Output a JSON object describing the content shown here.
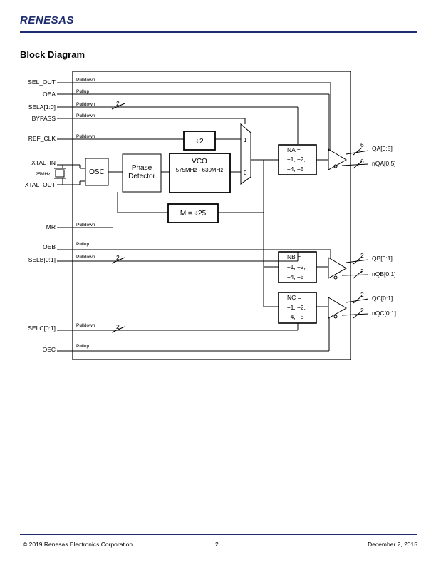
{
  "header": {
    "logo_text": "RENESAS",
    "brand_color": "#1f2d6e"
  },
  "title": "Block Diagram",
  "inputs": {
    "sel_out": "SEL_OUT",
    "oea": "OEA",
    "sela": "SELA[1:0]",
    "bypass": "BYPASS",
    "ref_clk": "REF_CLK",
    "xtal_in": "XTAL_IN",
    "xtal_out": "XTAL_OUT",
    "mr": "MR",
    "oeb": "OEB",
    "selb": "SELB[0:1]",
    "selc": "SELC[0:1]",
    "oec": "OEC"
  },
  "resistors": {
    "sel_out": "Pulldown",
    "oea": "Pullup",
    "sela": "Pulldown",
    "bypass": "Pulldown",
    "ref_clk": "Pulldown",
    "mr": "Pulldown",
    "oeb": "Pullup",
    "selb": "Pulldown",
    "selc": "Pulldown",
    "oec": "Pullup"
  },
  "bus_widths": {
    "sela": "2",
    "selb": "2",
    "selc": "2",
    "qa": "6",
    "nqa": "6",
    "qb": "2",
    "nqb": "2",
    "qc": "2",
    "nqc": "2"
  },
  "blocks": {
    "crystal_freq": "25MHz",
    "osc": "OSC",
    "pd_line1": "Phase",
    "pd_line2": "Detector",
    "vco_line1": "VCO",
    "vco_line2": "575MHz - 630MHz",
    "div2": "÷2",
    "feedback": "M = ÷25",
    "mux_in1": "1",
    "mux_in0": "0",
    "na_line1": "NA =",
    "na_line2": "÷1, ÷2,",
    "na_line3": "÷4, ÷5",
    "nb_line1": "NB =",
    "nb_line2": "÷1, ÷2,",
    "nb_line3": "÷4, ÷5",
    "nc_line1": "NC =",
    "nc_line2": "÷1, ÷2,",
    "nc_line3": "÷4, ÷5"
  },
  "outputs": {
    "qa": "QA[0:5]",
    "nqa": "nQA[0:5]",
    "qb": "QB[0:1]",
    "nqb": "nQB[0:1]",
    "qc": "QC[0:1]",
    "nqc": "nQC[0:1]"
  },
  "footer": {
    "copyright": "© 2019 Renesas Electronics Corporation",
    "page": "2",
    "date": "December 2, 2015"
  }
}
